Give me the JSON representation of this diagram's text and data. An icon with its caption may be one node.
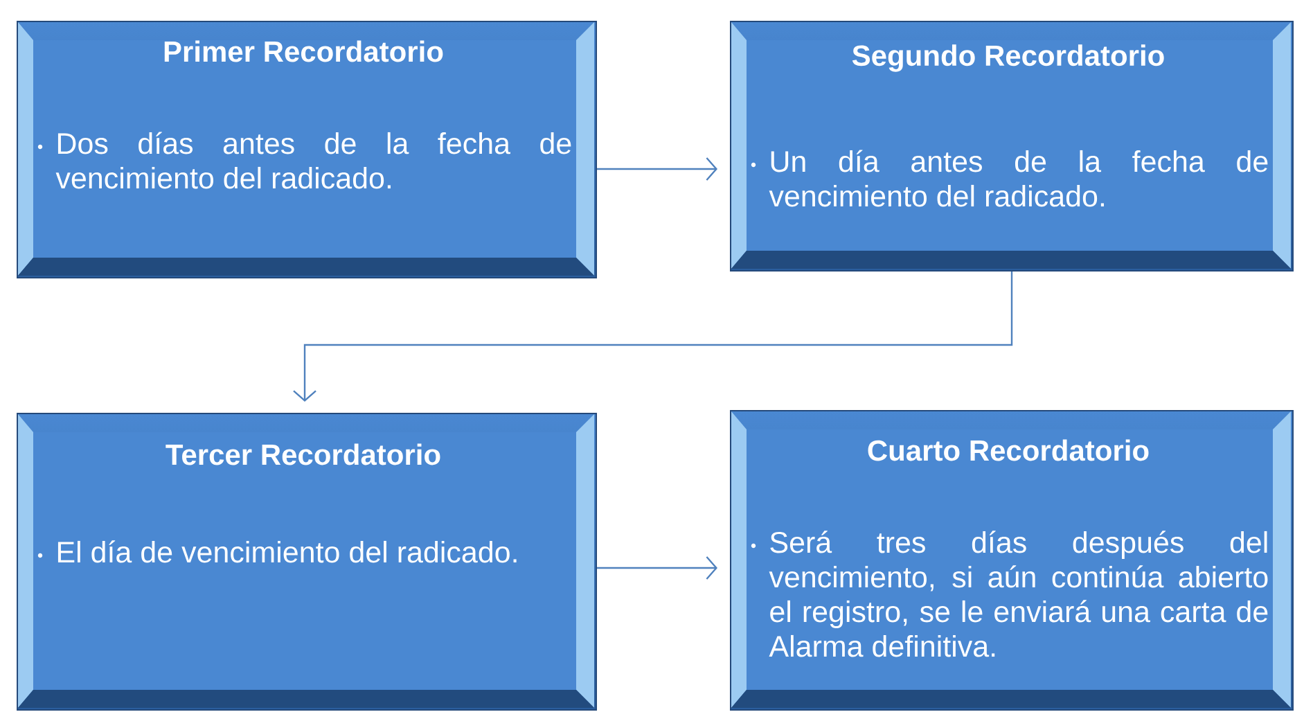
{
  "diagram": {
    "nodes": [
      {
        "text": [
          "Primer Recordatorio",
          "Dos días antes de la fecha de vencimiento del radicado."
        ]
      },
      {
        "text": [
          "Segundo Recordatorio",
          "Un día antes de la fecha de vencimiento del radicado."
        ]
      },
      {
        "text": [
          "Tercer Recordatorio",
          "El día de vencimiento del radicado."
        ]
      },
      {
        "text": [
          "Cuarto Recordatorio",
          "Será tres días después del vencimiento, si aún continúa abierto el registro, se le enviará una carta de Alarma definitiva."
        ]
      }
    ],
    "edges": [
      {
        "from": 0,
        "to": 1,
        "arrow": "to"
      },
      {
        "from": 1,
        "to": 2,
        "arrow": "to"
      },
      {
        "from": 2,
        "to": 3,
        "arrow": "to"
      }
    ]
  }
}
